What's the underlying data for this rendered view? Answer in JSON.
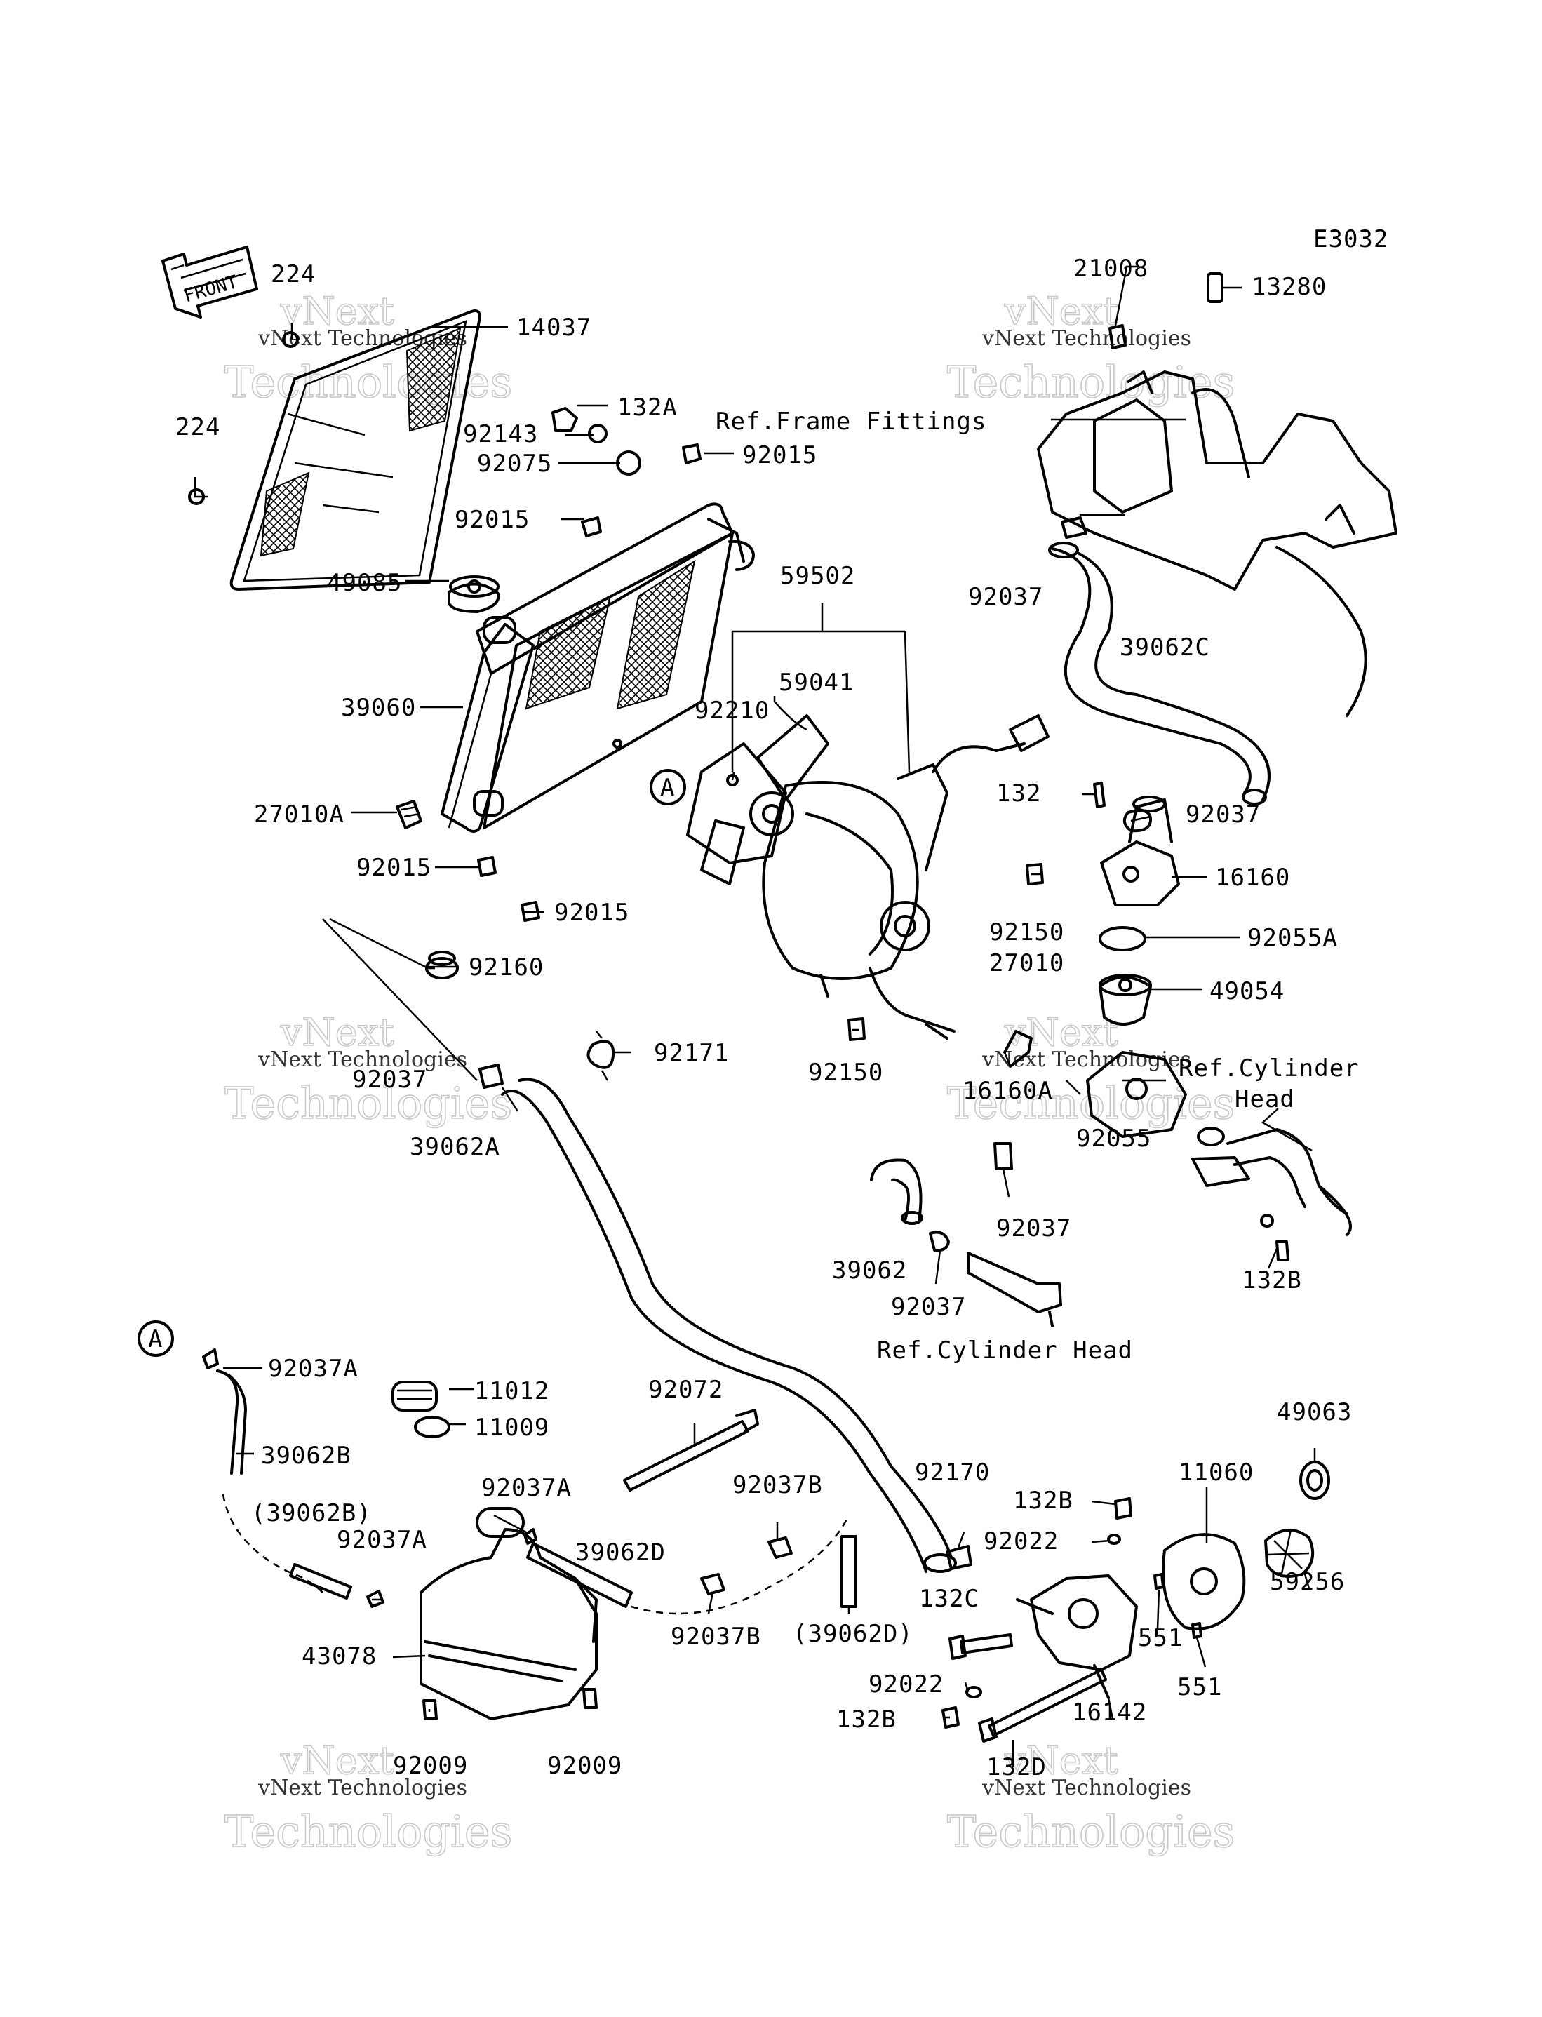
{
  "diagram_code": "E3032",
  "front_arrow_label": "FRONT",
  "watermark": {
    "line1": "vNext Technologies",
    "line2": "Technologies",
    "line3": "vNext"
  },
  "callout_marker": "A",
  "references": {
    "frame_fittings": "Ref.Frame Fittings",
    "cylinder_head_1": "Ref.Cylinder",
    "cylinder_head_2": "Head",
    "cylinder_head_bottom": "Ref.Cylinder Head"
  },
  "parts": {
    "p224a": "224",
    "p224b": "224",
    "p14037": "14037",
    "p132A": "132A",
    "p92143": "92143",
    "p92075": "92075",
    "p92015a": "92015",
    "p92015b": "92015",
    "p92015c": "92015",
    "p92015d": "92015",
    "p49085": "49085",
    "p39060": "39060",
    "p27010A": "27010A",
    "p92160": "92160",
    "p59502": "59502",
    "p59041": "59041",
    "p92210": "92210",
    "p92150a": "92150",
    "p92150b": "92150",
    "p92171": "92171",
    "p92037a": "92037",
    "p92037b": "92037",
    "p92037c": "92037",
    "p92037d": "92037",
    "p92037e": "92037",
    "p21008": "21008",
    "p13280": "13280",
    "p39062C": "39062C",
    "p132": "132",
    "p16160": "16160",
    "p92055A": "92055A",
    "p27010": "27010",
    "p49054": "49054",
    "p16160A": "16160A",
    "p92055": "92055",
    "p39062A": "39062A",
    "p39062": "39062",
    "p132Ba": "132B",
    "p92037A1": "92037A",
    "p92037A2": "92037A",
    "p92037A3": "92037A",
    "p39062B": "39062B",
    "p39062Bparen": "(39062B)",
    "p11012": "11012",
    "p11009": "11009",
    "p43078": "43078",
    "p92009a": "92009",
    "p92009b": "92009",
    "p92072": "92072",
    "p92037B1": "92037B",
    "p92037B2": "92037B",
    "p39062D": "39062D",
    "p39062Dparen": "(39062D)",
    "p92170": "92170",
    "p132Bb": "132B",
    "p92022a": "92022",
    "p92022b": "92022",
    "p132C": "132C",
    "p132Bc": "132B",
    "p132D": "132D",
    "p16142": "16142",
    "p11060": "11060",
    "p49063": "49063",
    "p59256": "59256",
    "p551a": "551",
    "p551b": "551"
  }
}
